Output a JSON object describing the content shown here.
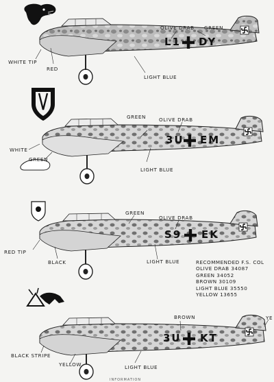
{
  "aircraft": [
    {
      "code": "L1 DY",
      "code_left": "L1",
      "code_right": "DY",
      "labels": {
        "olive_drab": "OLIVE DRAB",
        "green": "GREEN",
        "white_tip": "WHITE TIP",
        "red": "RED",
        "light_blue": "LIGHT BLUE"
      }
    },
    {
      "code": "3U EM",
      "code_left": "3U",
      "code_right": "EM",
      "labels": {
        "green": "GREEN",
        "olive_drab": "OLIVE DRAB",
        "white": "WHITE",
        "green2": "GREEN",
        "light_blue": "LIGHT BLUE"
      }
    },
    {
      "code": "S9 EK",
      "code_left": "S9",
      "code_right": "EK",
      "labels": {
        "green": "GREEN",
        "olive_drab": "OLIVE DRAB",
        "red_tip": "RED TIP",
        "black": "BLACK",
        "light_blue": "LIGHT BLUE"
      }
    },
    {
      "code": "3U KT",
      "code_left": "3U",
      "code_right": "KT",
      "labels": {
        "brown": "BROWN",
        "ye": "YE",
        "black_stripe": "BLACK STRIPE",
        "yellow": "YELLOW",
        "light_blue": "LIGHT BLUE"
      }
    }
  ],
  "legend": {
    "title": "RECOMMENDED F.S. COL",
    "items": [
      "OLIVE DRAB 34087",
      "GREEN 34052",
      "BROWN 30109",
      "LIGHT BLUE 35550",
      "YELLOW 13655"
    ]
  },
  "footer": "INFORMATION"
}
